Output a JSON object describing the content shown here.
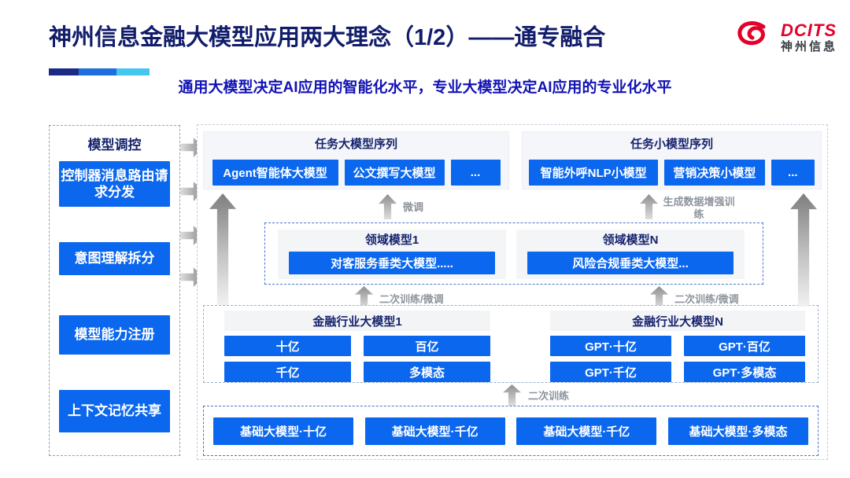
{
  "title": "神州信息金融大模型应用两大理念（1/2）——通专融合",
  "subtitle": "通用大模型决定AI应用的智能化水平，专业大模型决定AI应用的专业化水平",
  "logo": {
    "brand": "DCITS",
    "brand_cn": "神州信息"
  },
  "colors": {
    "title_navy": "#111c6a",
    "subtitle_blue": "#1212b5",
    "primary_blue": "#0b67ee",
    "brand_red": "#e3002b",
    "accent_segments": [
      "#1b2a85",
      "#1e6ee0",
      "#45c6ef"
    ]
  },
  "sidebar": {
    "title": "模型调控",
    "items": [
      "控制器消息路由请求分发",
      "意图理解拆分",
      "模型能力注册",
      "上下文记忆共享"
    ]
  },
  "layers": {
    "task_large": {
      "title": "任务大模型序列",
      "items": [
        "Agent智能体大模型",
        "公文撰写大模型",
        "..."
      ]
    },
    "task_small": {
      "title": "任务小模型序列",
      "items": [
        "智能外呼NLP小模型",
        "营销决策小模型",
        "..."
      ]
    },
    "domain": {
      "groups": [
        {
          "title": "领域模型1",
          "item": "对客服务垂类大模型....."
        },
        {
          "title": "领域模型N",
          "item": "风险合规垂类大模型..."
        }
      ]
    },
    "industry": {
      "groups": [
        {
          "title": "金融行业大模型1",
          "chips": [
            "十亿",
            "百亿",
            "千亿",
            "多模态"
          ]
        },
        {
          "title": "金融行业大模型N",
          "chips": [
            "GPT·十亿",
            "GPT·百亿",
            "GPT·千亿",
            "GPT·多模态"
          ]
        }
      ]
    },
    "base": {
      "items": [
        "基础大模型·十亿",
        "基础大模型·千亿",
        "基础大模型·千亿",
        "基础大模型·多模态"
      ]
    }
  },
  "labels": {
    "finetune": "微调",
    "augment": "生成数据增强训练",
    "secondary_left": "二次训练/微调",
    "secondary_right": "二次训练/微调",
    "secondary": "二次训练"
  }
}
